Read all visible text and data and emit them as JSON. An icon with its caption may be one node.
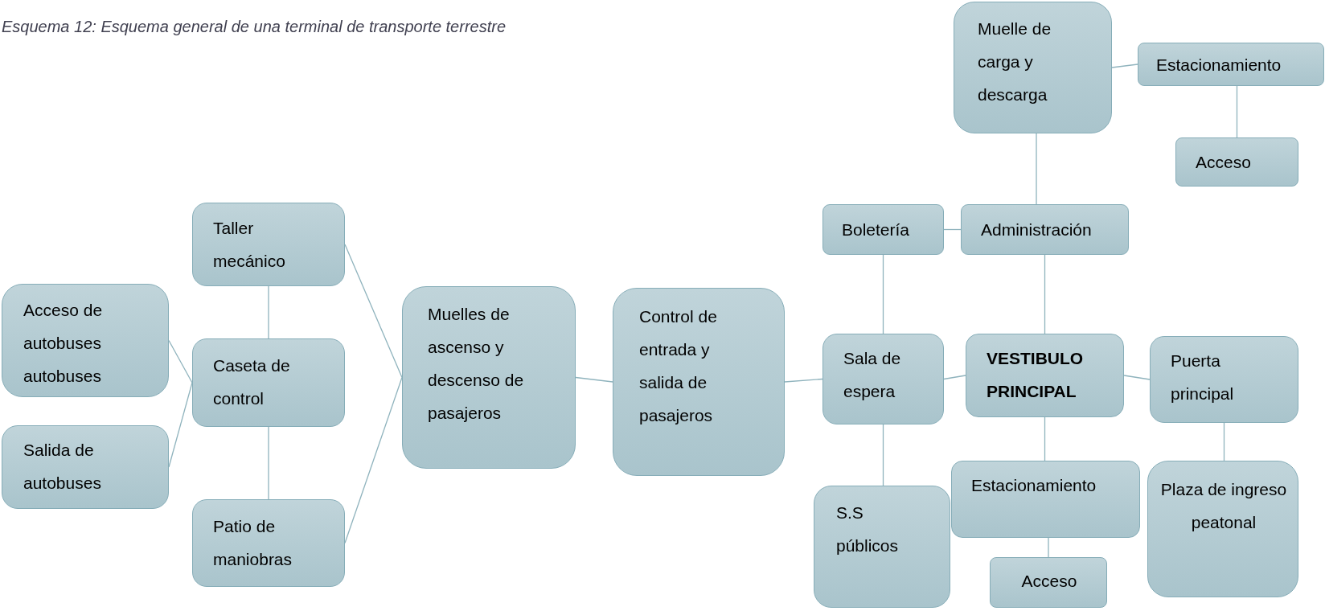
{
  "diagram": {
    "title": "Esquema 12: Esquema general de una terminal de transporte terrestre",
    "nodes": [
      {
        "text": [
          "Acceso de autobuses autobuses"
        ]
      },
      {
        "text": [
          "Salida de autobuses"
        ]
      },
      {
        "text": [
          "Taller mecánico"
        ]
      },
      {
        "text": [
          "Caseta de control"
        ]
      },
      {
        "text": [
          "Patio de maniobras"
        ]
      },
      {
        "text": [
          "Muelles de ascenso y descenso de pasajeros"
        ]
      },
      {
        "text": [
          "Control de entrada y salida de pasajeros"
        ]
      },
      {
        "text": [
          "Muelle de carga y descarga"
        ]
      },
      {
        "text": [
          "Estacionamiento"
        ]
      },
      {
        "text": [
          "Acceso"
        ]
      },
      {
        "text": [
          "Boletería"
        ]
      },
      {
        "text": [
          "Administración"
        ]
      },
      {
        "text": [
          "Sala de espera"
        ]
      },
      {
        "text": [
          "VESTIBULO PRINCIPAL"
        ]
      },
      {
        "text": [
          "Puerta principal"
        ]
      },
      {
        "text": [
          "S.S públicos"
        ]
      },
      {
        "text": [
          "Estacionamiento"
        ]
      },
      {
        "text": [
          "Acceso"
        ]
      },
      {
        "text": [
          "Plaza de ingreso peatonal"
        ]
      }
    ],
    "edges": [
      {
        "from": 0,
        "to": 3,
        "arrow": "none"
      },
      {
        "from": 1,
        "to": 3,
        "arrow": "none"
      },
      {
        "from": 2,
        "to": 3,
        "arrow": "none"
      },
      {
        "from": 3,
        "to": 4,
        "arrow": "none"
      },
      {
        "from": 2,
        "to": 5,
        "arrow": "none"
      },
      {
        "from": 4,
        "to": 5,
        "arrow": "none"
      },
      {
        "from": 5,
        "to": 6,
        "arrow": "none"
      },
      {
        "from": 6,
        "to": 12,
        "arrow": "none"
      },
      {
        "from": 10,
        "to": 12,
        "arrow": "none"
      },
      {
        "from": 10,
        "to": 11,
        "arrow": "none"
      },
      {
        "from": 7,
        "to": 11,
        "arrow": "none"
      },
      {
        "from": 11,
        "to": 13,
        "arrow": "none"
      },
      {
        "from": 12,
        "to": 13,
        "arrow": "none"
      },
      {
        "from": 13,
        "to": 14,
        "arrow": "none"
      },
      {
        "from": 12,
        "to": 15,
        "arrow": "none"
      },
      {
        "from": 13,
        "to": 16,
        "arrow": "none"
      },
      {
        "from": 16,
        "to": 17,
        "arrow": "none"
      },
      {
        "from": 14,
        "to": 18,
        "arrow": "none"
      },
      {
        "from": 7,
        "to": 8,
        "arrow": "none"
      },
      {
        "from": 8,
        "to": 9,
        "arrow": "none"
      }
    ]
  }
}
